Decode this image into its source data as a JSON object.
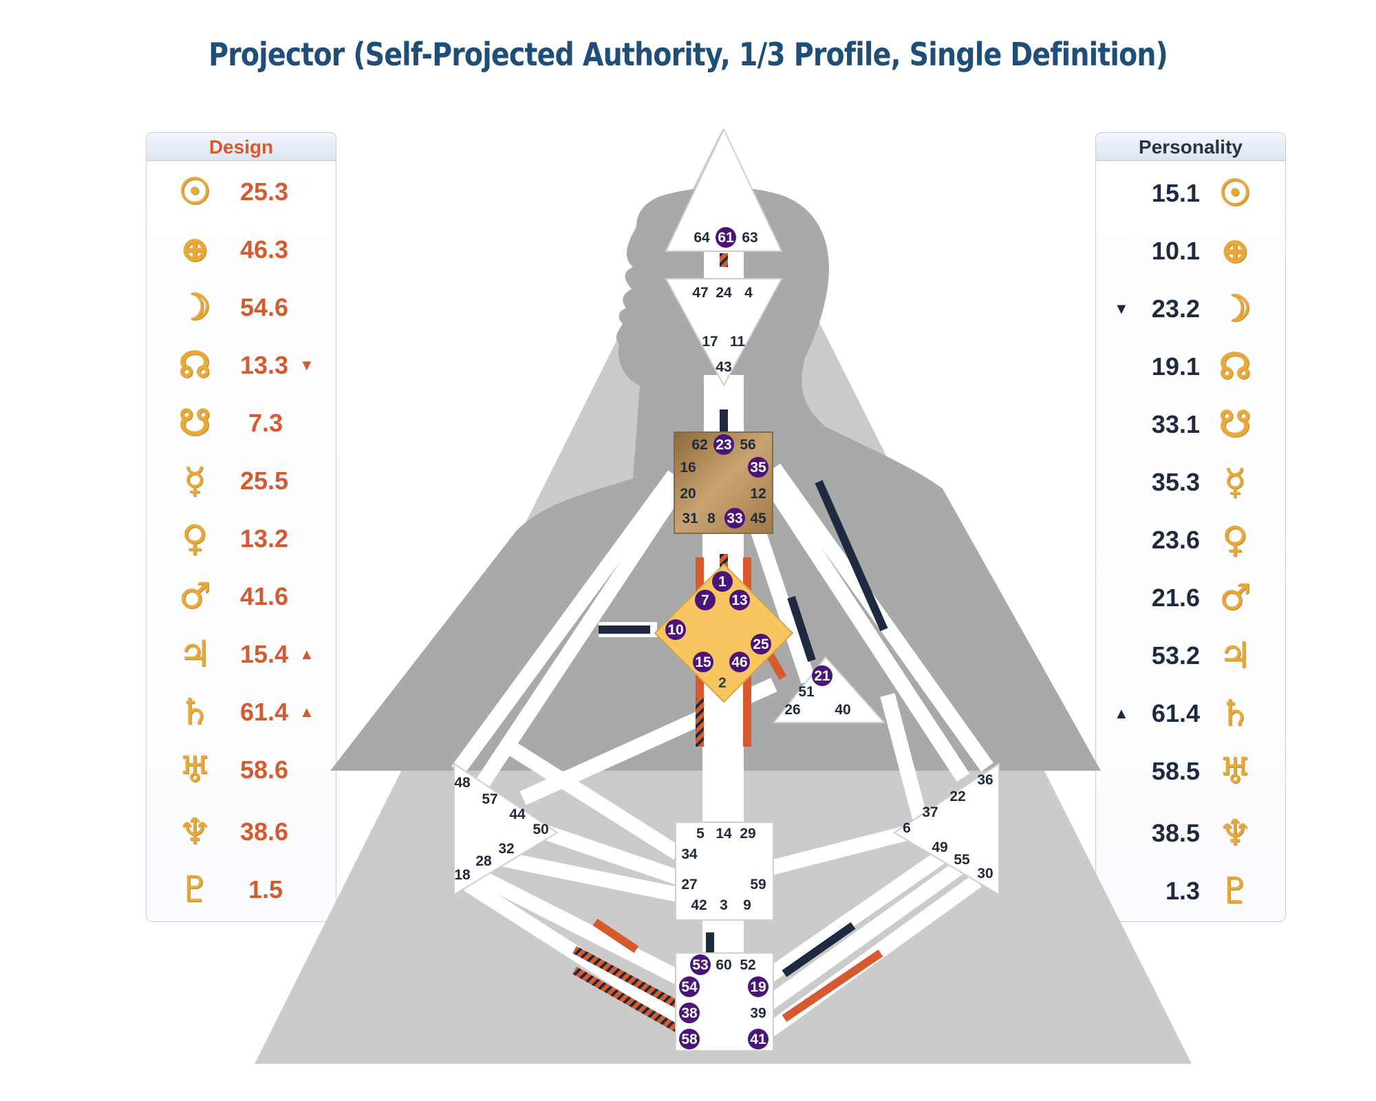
{
  "title": "Projector (Self-Projected Authority, 1/3 Profile, Single Definition)",
  "colors": {
    "design": "#d65a2e",
    "personality": "#1d2a40",
    "defined_gate": "#4a1478",
    "g_center": "#f9c560",
    "throat_center": "#b08a55",
    "silhouette": "#a8a8a8",
    "background_triangle": "#cbcbcb"
  },
  "design": {
    "heading": "Design",
    "rows": [
      {
        "icon": "sun-icon",
        "glyph": "☉",
        "value": "25.3",
        "arrow": ""
      },
      {
        "icon": "earth-icon",
        "glyph": "⊕",
        "value": "46.3",
        "arrow": ""
      },
      {
        "icon": "moon-icon",
        "glyph": "☽",
        "value": "54.6",
        "arrow": ""
      },
      {
        "icon": "north-node-icon",
        "glyph": "☊",
        "value": "13.3",
        "arrow": "▼"
      },
      {
        "icon": "south-node-icon",
        "glyph": "☋",
        "value": "7.3",
        "arrow": ""
      },
      {
        "icon": "mercury-icon",
        "glyph": "☿",
        "value": "25.5",
        "arrow": ""
      },
      {
        "icon": "venus-icon",
        "glyph": "♀",
        "value": "13.2",
        "arrow": ""
      },
      {
        "icon": "mars-icon",
        "glyph": "♂",
        "value": "41.6",
        "arrow": ""
      },
      {
        "icon": "jupiter-icon",
        "glyph": "♃",
        "value": "15.4",
        "arrow": "▲"
      },
      {
        "icon": "saturn-icon",
        "glyph": "♄",
        "value": "61.4",
        "arrow": "▲"
      },
      {
        "icon": "uranus-icon",
        "glyph": "♅",
        "value": "58.6",
        "arrow": ""
      },
      {
        "icon": "neptune-icon",
        "glyph": "♆",
        "value": "38.6",
        "arrow": ""
      },
      {
        "icon": "pluto-icon",
        "glyph": "♇",
        "value": "1.5",
        "arrow": ""
      }
    ]
  },
  "personality": {
    "heading": "Personality",
    "rows": [
      {
        "icon": "sun-icon",
        "glyph": "☉",
        "value": "15.1",
        "arrow": ""
      },
      {
        "icon": "earth-icon",
        "glyph": "⊕",
        "value": "10.1",
        "arrow": ""
      },
      {
        "icon": "moon-icon",
        "glyph": "☽",
        "value": "23.2",
        "arrow": "▼"
      },
      {
        "icon": "north-node-icon",
        "glyph": "☊",
        "value": "19.1",
        "arrow": ""
      },
      {
        "icon": "south-node-icon",
        "glyph": "☋",
        "value": "33.1",
        "arrow": ""
      },
      {
        "icon": "mercury-icon",
        "glyph": "☿",
        "value": "35.3",
        "arrow": ""
      },
      {
        "icon": "venus-icon",
        "glyph": "♀",
        "value": "23.6",
        "arrow": ""
      },
      {
        "icon": "mars-icon",
        "glyph": "♂",
        "value": "21.6",
        "arrow": ""
      },
      {
        "icon": "jupiter-icon",
        "glyph": "♃",
        "value": "53.2",
        "arrow": ""
      },
      {
        "icon": "saturn-icon",
        "glyph": "♄",
        "value": "61.4",
        "arrow": "▲"
      },
      {
        "icon": "uranus-icon",
        "glyph": "♅",
        "value": "58.5",
        "arrow": ""
      },
      {
        "icon": "neptune-icon",
        "glyph": "♆",
        "value": "38.5",
        "arrow": ""
      },
      {
        "icon": "pluto-icon",
        "glyph": "♇",
        "value": "1.3",
        "arrow": ""
      }
    ]
  },
  "gates": {
    "head": [
      "64",
      "61",
      "63"
    ],
    "ajna": [
      "47",
      "24",
      "4",
      "17",
      "11",
      "43"
    ],
    "throat": [
      "62",
      "23",
      "56",
      "16",
      "35",
      "20",
      "12",
      "31",
      "8",
      "33",
      "45"
    ],
    "g": [
      "1",
      "7",
      "13",
      "10",
      "25",
      "15",
      "46",
      "2"
    ],
    "ego": [
      "21",
      "51",
      "26",
      "40"
    ],
    "spleen": [
      "48",
      "57",
      "44",
      "50",
      "32",
      "28",
      "18"
    ],
    "solar_plexus": [
      "36",
      "22",
      "37",
      "6",
      "49",
      "55",
      "30"
    ],
    "sacral": [
      "5",
      "14",
      "29",
      "34",
      "27",
      "59",
      "42",
      "3",
      "9"
    ],
    "root": [
      "53",
      "60",
      "52",
      "54",
      "19",
      "38",
      "39",
      "58",
      "41"
    ],
    "defined": [
      "61",
      "23",
      "35",
      "33",
      "1",
      "7",
      "13",
      "10",
      "25",
      "15",
      "46",
      "21",
      "53",
      "54",
      "19",
      "38",
      "58",
      "41"
    ]
  }
}
